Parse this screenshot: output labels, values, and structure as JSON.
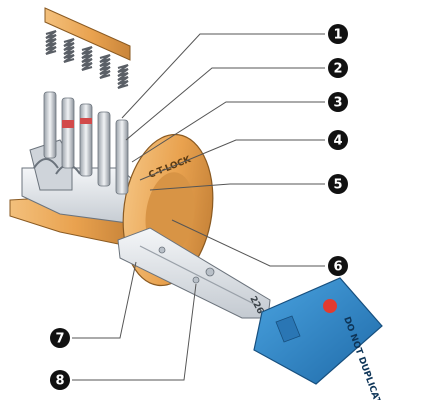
{
  "callouts": [
    "1",
    "2",
    "3",
    "4",
    "5",
    "6",
    "7",
    "8"
  ],
  "cylinder_face_text": "C-T-LOCK",
  "key_head_text": "DO NOT DUPLICATE",
  "key_blade_code": "226",
  "colors": {
    "brass": "#e9a24f",
    "brass_dark": "#b5742c",
    "key_blue": "#2f86c8",
    "key_blue_dark": "#1e5f96",
    "steel": "#dfe3e8",
    "steel_dark": "#8a929b",
    "spring": "#5a5f66",
    "pin_red": "#d24a4a",
    "dot_red": "#e23b2f",
    "callout": "#111111",
    "leader": "#555555"
  }
}
